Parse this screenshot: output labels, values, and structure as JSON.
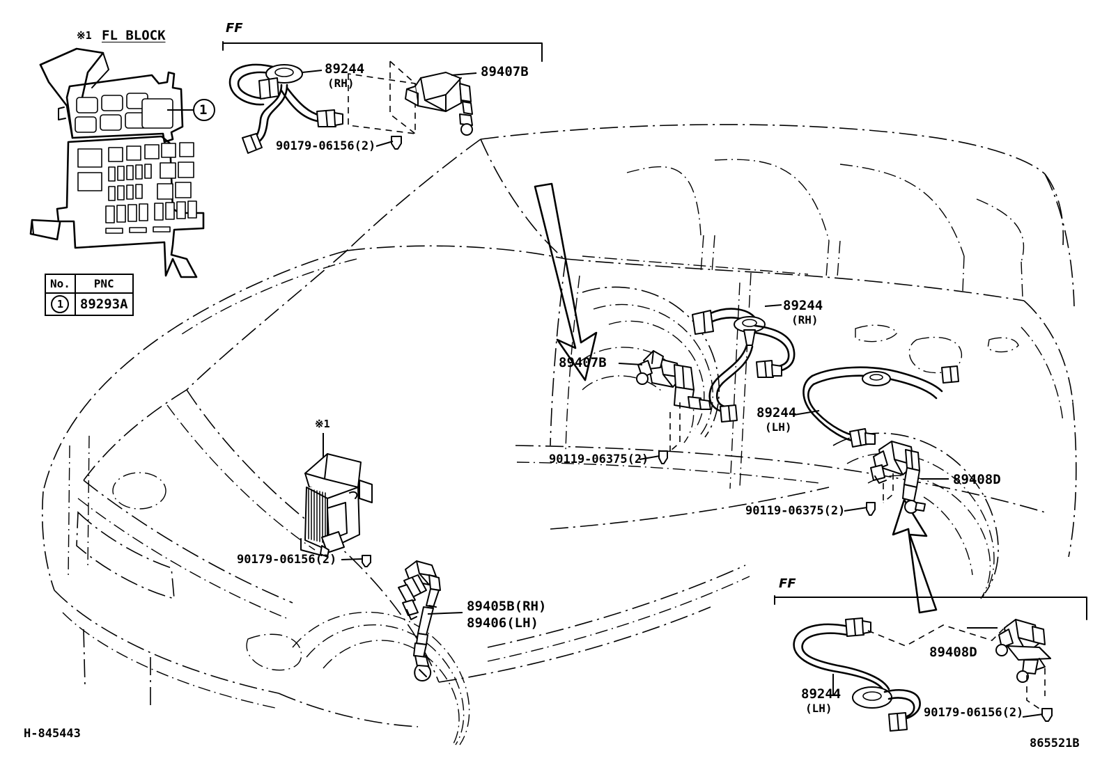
{
  "sheet": {
    "footer_left": "H-845443",
    "footer_right": "865521B"
  },
  "fl_block": {
    "star_marker": "※1",
    "title": "FL BLOCK",
    "callout_number": "1"
  },
  "pnc_table": {
    "headers": [
      "No.",
      "PNC"
    ],
    "rows": [
      {
        "no": "1",
        "pnc": "89293A"
      }
    ]
  },
  "inset_top": {
    "direction_marker": "FF",
    "labels": {
      "harness": "89244",
      "harness_side": "(RH)",
      "sensor": "89407B",
      "bolt": "90179-06156(2)"
    }
  },
  "inset_bottom": {
    "direction_marker": "FF",
    "labels": {
      "sensor": "89408D",
      "harness": "89244",
      "harness_side": "(LH)",
      "bolt": "90179-06156(2)"
    }
  },
  "vehicle": {
    "ecu_marker": "※1",
    "labels": {
      "front_bolt": "90179-06156(2)",
      "front_sensor_rh": "89405B(RH)",
      "front_sensor_lh": "89406(LH)",
      "rear_sensor_left": "89407B",
      "rear_harness_rh": "89244",
      "rear_harness_rh_side": "(RH)",
      "rear_harness_lh": "89244",
      "rear_harness_lh_side": "(LH)",
      "rear_sensor_right": "89408D",
      "mid_bolt": "90119-06375(2)",
      "rear_bolt": "90119-06375(2)"
    }
  }
}
